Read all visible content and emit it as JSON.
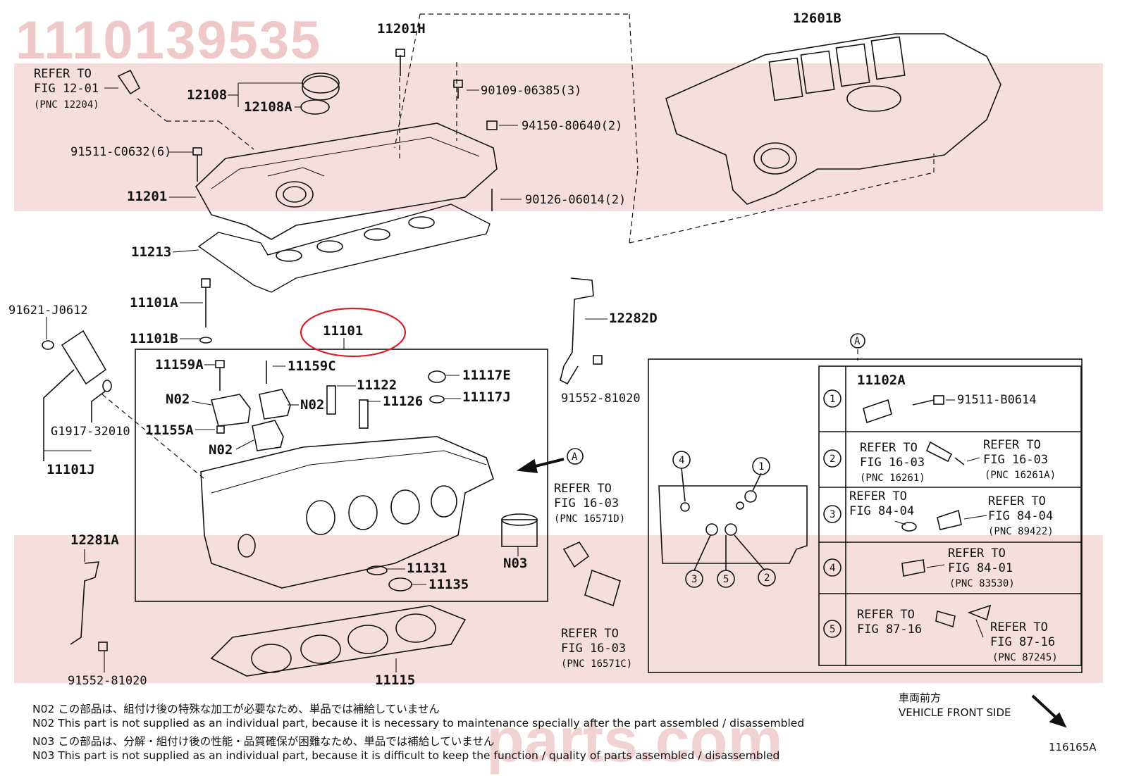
{
  "watermark": {
    "part_number": "1110139535",
    "site": "parts.com"
  },
  "labels": {
    "refer_12_01_a": "REFER TO",
    "refer_12_01_b": "FIG 12-01",
    "refer_12_01_c": "(PNC 12204)",
    "p11201H": "11201H",
    "p90109": "90109-06385(3)",
    "p12108": "12108",
    "p12108A": "12108A",
    "p94150": "94150-80640(2)",
    "p91511C": "91511-C0632(6)",
    "p11201": "11201",
    "p90126": "90126-06014(2)",
    "p11213": "11213",
    "p12601B": "12601B",
    "p11101A": "11101A",
    "p11101B": "11101B",
    "p91621": "91621-J0612",
    "p11101": "11101",
    "p12282D": "12282D",
    "p11159A": "11159A",
    "p11159C": "11159C",
    "p11117E": "11117E",
    "p11122": "11122",
    "pN02a": "N02",
    "pN02b": "N02",
    "pN02c": "N02",
    "p11126": "11126",
    "p11117J": "11117J",
    "p91552a": "91552-81020",
    "p11155A": "11155A",
    "pG1917": "G1917-32010",
    "p11101J": "11101J",
    "refer_16_03a_a": "REFER TO",
    "refer_16_03a_b": "FIG 16-03",
    "refer_16_03a_c": "(PNC 16571D)",
    "pN03": "N03",
    "p11131": "11131",
    "p11135": "11135",
    "p12281A": "12281A",
    "p91552b": "91552-81020",
    "p11115": "11115",
    "refer_16_03b_a": "REFER TO",
    "refer_16_03b_b": "FIG 16-03",
    "refer_16_03b_c": "(PNC 16571C)",
    "calloutA_top": "A",
    "calloutA_arrow": "A"
  },
  "detail": {
    "c1": "1",
    "c2": "2",
    "c3": "3",
    "c4": "4",
    "c5": "5",
    "r1_1": "1",
    "r1_part": "11102A",
    "r1_bolt": "91511-B0614",
    "r2_2": "2",
    "r2_la": "REFER TO",
    "r2_lb": "FIG 16-03",
    "r2_lc": "(PNC 16261)",
    "r2_ra": "REFER TO",
    "r2_rb": "FIG 16-03",
    "r2_rc": "(PNC 16261A)",
    "r3_3": "3",
    "r3_la": "REFER TO",
    "r3_lb": "FIG 84-04",
    "r3_ra": "REFER TO",
    "r3_rb": "FIG 84-04",
    "r3_rc": "(PNC 89422)",
    "r4_4": "4",
    "r4_a": "REFER TO",
    "r4_b": "FIG 84-01",
    "r4_c": "(PNC 83530)",
    "r5_5": "5",
    "r5_la": "REFER TO",
    "r5_lb": "FIG 87-16",
    "r5_ra": "REFER TO",
    "r5_rb": "FIG 87-16",
    "r5_rc": "(PNC 87245)"
  },
  "notes": [
    "N02 この部品は、組付け後の特殊な加工が必要なため、単品では補給していません",
    "N02 This part is not supplied as an individual part, because it is necessary to maintenance specially after the part assembled / disassembled",
    "N03 この部品は、分解・組付け後の性能・品質確保が困難なため、単品では補給していません",
    "N03 This part is not supplied as an individual part, because it is difficult to keep the function / quality of parts  assembled / disassembled"
  ],
  "front": {
    "jp": "車両前方",
    "en": "VEHICLE FRONT SIDE",
    "code": "116165A"
  },
  "colors": {
    "highlight_circle": "#d9222a",
    "watermark_band": "#f6dede"
  }
}
